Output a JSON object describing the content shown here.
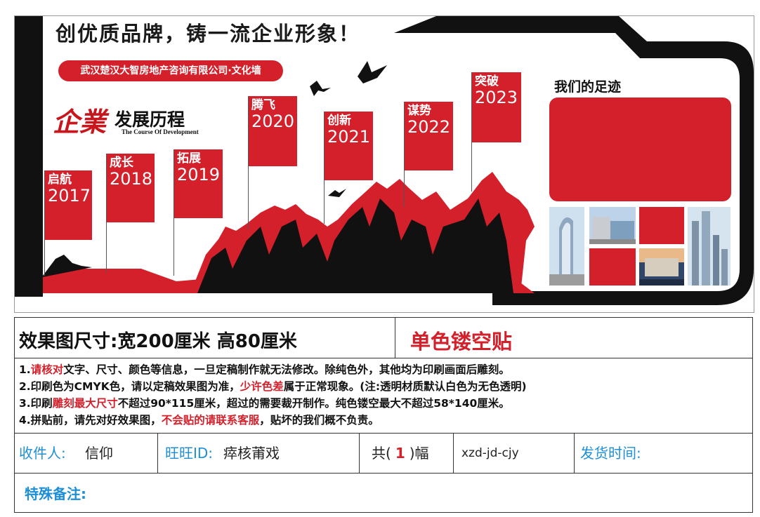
{
  "design": {
    "headline": "创优质品牌，铸一流企业形象！",
    "company": "武汉楚汉大智房地产咨询有限公司·文化墙",
    "logo_text": "企業",
    "dev_title": "发展历程",
    "dev_subtitle": "The Course Of Development",
    "milestones": [
      {
        "label": "启航",
        "year": "2017"
      },
      {
        "label": "成长",
        "year": "2018"
      },
      {
        "label": "拓展",
        "year": "2019"
      },
      {
        "label": "腾飞",
        "year": "2020"
      },
      {
        "label": "创新",
        "year": "2021"
      },
      {
        "label": "谋势",
        "year": "2022"
      },
      {
        "label": "突破",
        "year": "2023"
      }
    ],
    "footprint_title": "我们的足迹",
    "brand_red": "#d3202b"
  },
  "order": {
    "size_text": "效果图尺寸:宽200厘米  高80厘米",
    "product_type": "单色镂空贴",
    "notes": {
      "n1_a": "1.",
      "n1_red": "请核对",
      "n1_b": "文字、尺寸、颜色等信息，一旦定稿制作就无法修改。除纯色外，其他均为印刷画面后雕刻。",
      "n2_a": "2.印刷色为CMYK色，请以定稿效果图为准，",
      "n2_red": "少许色差",
      "n2_b": "属于正常现象。(注:透明材质默认白色为无色透明)",
      "n3_a": "3.印刷",
      "n3_red": "雕刻最大尺寸",
      "n3_b": "不超过90*115厘米，超过的需要裁开制作。纯色镂空最大不超过58*140厘米。",
      "n4_a": "4.拼贴前，请先对好效果图，",
      "n4_red": "不会贴的请联系客服",
      "n4_b": "，贴坏的我们概不负责。"
    },
    "recipient_label": "收件人:",
    "recipient_value": "信仰",
    "wangwang_label": "旺旺ID:",
    "wangwang_value": "瘁核莆戏",
    "count_prefix": "共(",
    "count_value": "1",
    "count_suffix": ")幅",
    "code": "xzd-jd-cjy",
    "ship_label": "发货时间:",
    "remarks_label": "特殊备注:",
    "label_color": "#1e8fd6"
  }
}
